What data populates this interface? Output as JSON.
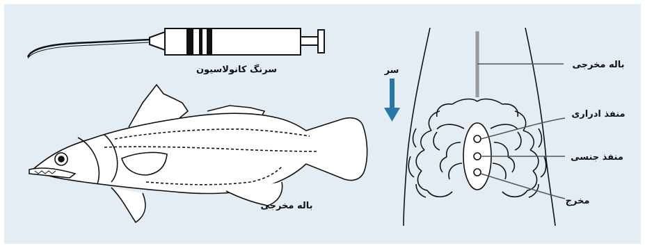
{
  "labels": {
    "syringe": "سرنگ کانولاسیون",
    "fish_anal_fin": "باله مخرجی",
    "head": "سر",
    "detail_anal_fin": "باله مخرجی",
    "urinary_opening": "منفذ ادراری",
    "genital_opening": "منفذ جنسی",
    "anus": "مخرج"
  },
  "colors": {
    "background_panel": "#e3edf3",
    "arrow": "#2878a6",
    "fin_line": "#9a9a9a",
    "leader": "#555555"
  },
  "icons": {
    "direction_arrow": "arrow-down-icon"
  }
}
